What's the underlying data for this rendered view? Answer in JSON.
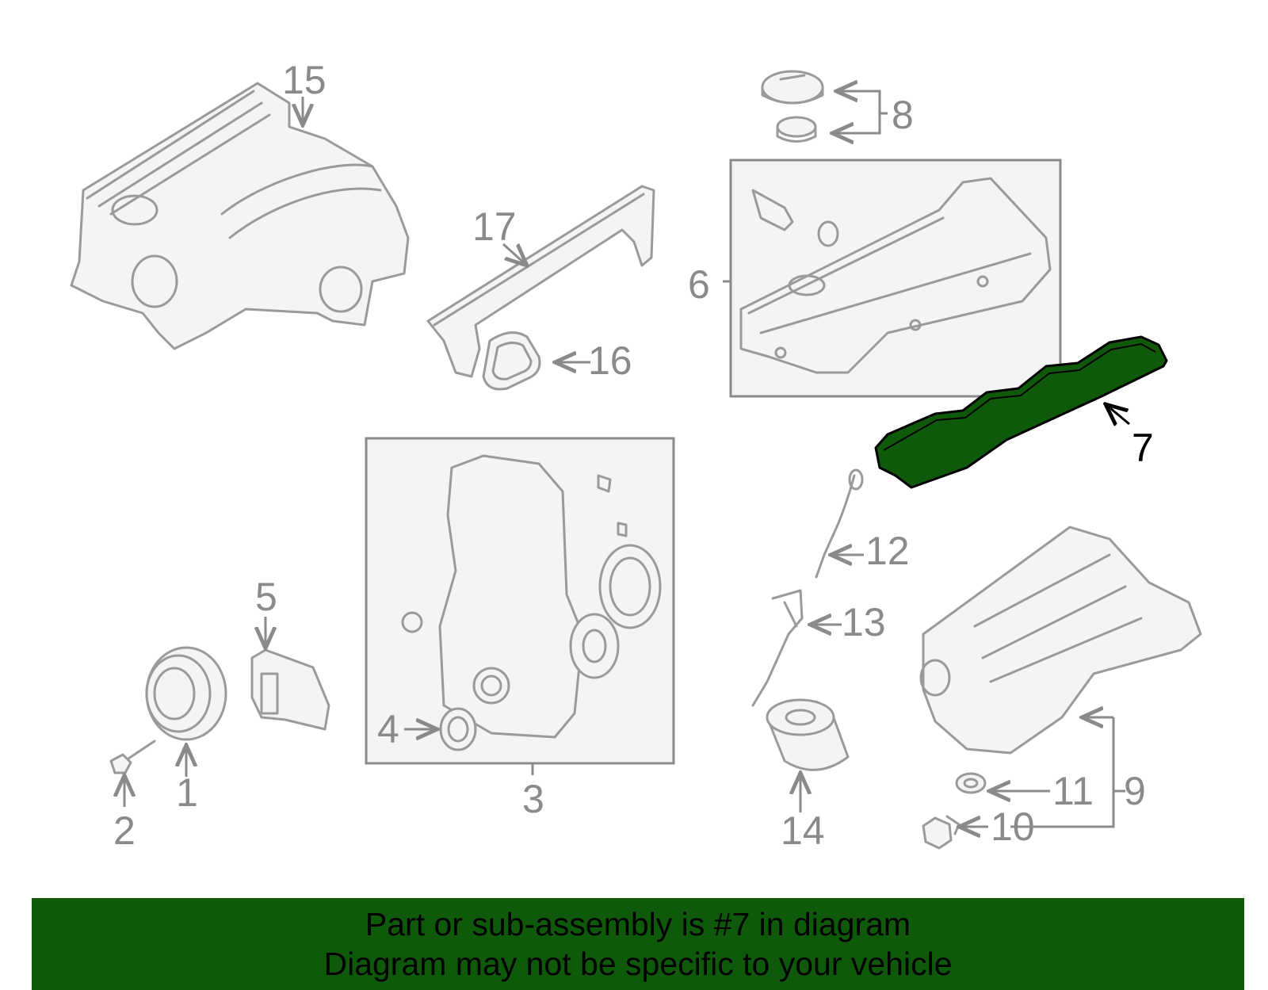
{
  "banner": {
    "line1": "Part or sub-assembly is #7 in diagram",
    "line2": "Diagram may not be specific to your vehicle"
  },
  "highlight_color": "#0f5a0a",
  "callouts": [
    {
      "id": "c1",
      "text": "1"
    },
    {
      "id": "c2",
      "text": "2"
    },
    {
      "id": "c3",
      "text": "3"
    },
    {
      "id": "c4",
      "text": "4"
    },
    {
      "id": "c5",
      "text": "5"
    },
    {
      "id": "c6",
      "text": "6"
    },
    {
      "id": "c7",
      "text": "7"
    },
    {
      "id": "c8",
      "text": "8"
    },
    {
      "id": "c9",
      "text": "9"
    },
    {
      "id": "c10",
      "text": "10"
    },
    {
      "id": "c11",
      "text": "11"
    },
    {
      "id": "c12",
      "text": "12"
    },
    {
      "id": "c13",
      "text": "13"
    },
    {
      "id": "c14",
      "text": "14"
    },
    {
      "id": "c15",
      "text": "15"
    },
    {
      "id": "c16",
      "text": "16"
    },
    {
      "id": "c17",
      "text": "17"
    }
  ]
}
